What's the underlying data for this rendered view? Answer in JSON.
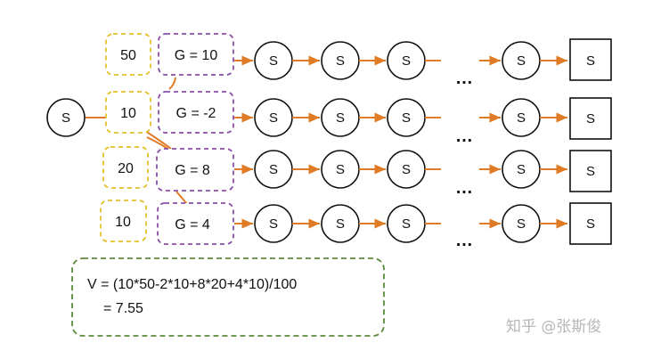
{
  "colors": {
    "count_border": "#e3c02a",
    "return_border": "#8a4fa6",
    "arrow": "#e07b25",
    "formula_border": "#5b8a3a",
    "node_stroke": "#111111",
    "watermark": "#b7b7b7"
  },
  "start_node": "S",
  "state_label": "S",
  "terminal_label": "S",
  "ellipsis": "…",
  "rows": [
    {
      "count": "50",
      "return": "G = 10"
    },
    {
      "count": "10",
      "return": "G = -2"
    },
    {
      "count": "20",
      "return": "G = 8"
    },
    {
      "count": "10",
      "return": "G = 4"
    }
  ],
  "formula": {
    "line1": "V = (10*50-2*10+8*20+4*10)/100",
    "line2": "= 7.55"
  },
  "watermark": "知乎 @张斯俊"
}
